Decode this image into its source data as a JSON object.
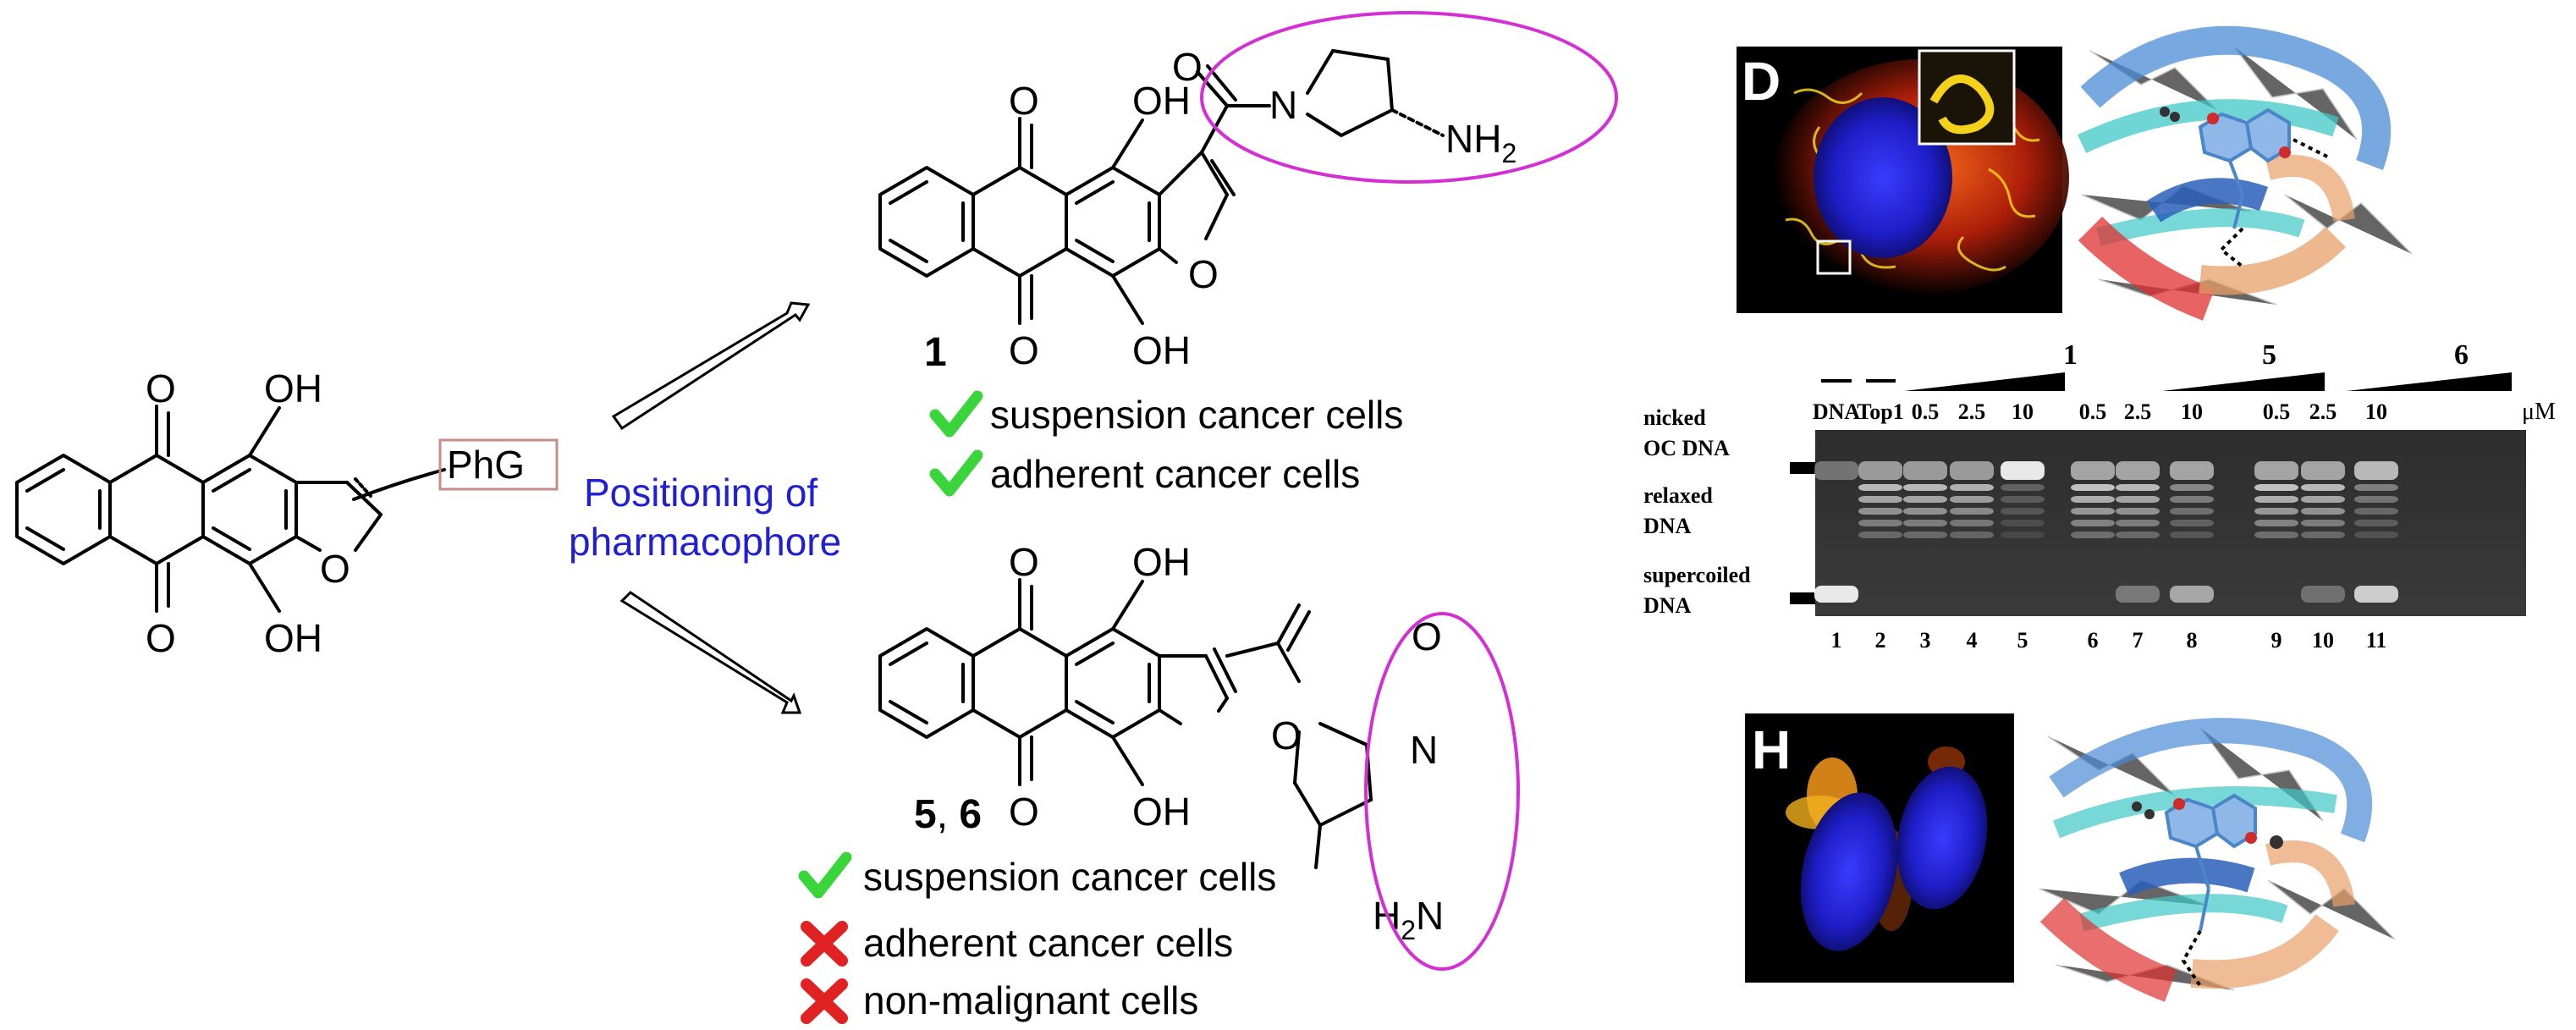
{
  "scaffold": {
    "oh_top": "OH",
    "oh_bottom": "OH",
    "o_ring": "O",
    "carbonyl_top": "O",
    "carbonyl_bottom": "O",
    "substituent": "PhG"
  },
  "center_text": {
    "line1": "Positioning of",
    "line2": "pharmacophore",
    "color": "#1f1fd6"
  },
  "compound_1": {
    "label": "1",
    "nh2": "NH",
    "nh2_sub": "2",
    "n": "N",
    "o_carbonyl": "O",
    "oh_top": "OH",
    "oh_bottom": "OH",
    "o_ring": "O",
    "carbonyl_top": "O",
    "carbonyl_bottom": "O",
    "results": [
      {
        "mark": "check",
        "text": "suspension cancer cells"
      },
      {
        "mark": "check",
        "text": "adherent cancer cells"
      }
    ]
  },
  "compound_56": {
    "label_a": "5",
    "label_sep": ", ",
    "label_b": "6",
    "h2n": "H",
    "h2n_sub": "2",
    "h2n_n": "N",
    "n": "N",
    "o_carbonyl": "O",
    "oh_top": "OH",
    "oh_bottom": "OH",
    "o_ring": "O",
    "carbonyl_top": "O",
    "carbonyl_bottom": "O",
    "results": [
      {
        "mark": "check",
        "text": "suspension cancer cells"
      },
      {
        "mark": "cross",
        "text": "adherent cancer cells"
      },
      {
        "mark": "cross",
        "text": "non-malignant cells"
      }
    ]
  },
  "panels": {
    "d_label": "D",
    "h_label": "H"
  },
  "gel": {
    "groups": [
      "1",
      "5",
      "6"
    ],
    "lane_headers": [
      "DNA",
      "Top1",
      "0.5",
      "2.5",
      "10",
      "0.5",
      "2.5",
      "10",
      "0.5",
      "2.5",
      "10"
    ],
    "unit": "μM",
    "lane_numbers": [
      "1",
      "2",
      "3",
      "4",
      "5",
      "6",
      "7",
      "8",
      "9",
      "10",
      "11"
    ],
    "left_labels": {
      "nicked_1": "nicked",
      "nicked_2": "OC DNA",
      "relaxed_1": "relaxed",
      "relaxed_2": "DNA",
      "supercoiled_1": "supercoiled",
      "supercoiled_2": "DNA"
    }
  },
  "colors": {
    "ellipse": "#d42fd4",
    "check": "#3ad53a",
    "cross": "#e02222",
    "phg_box": "#c98a8a"
  }
}
